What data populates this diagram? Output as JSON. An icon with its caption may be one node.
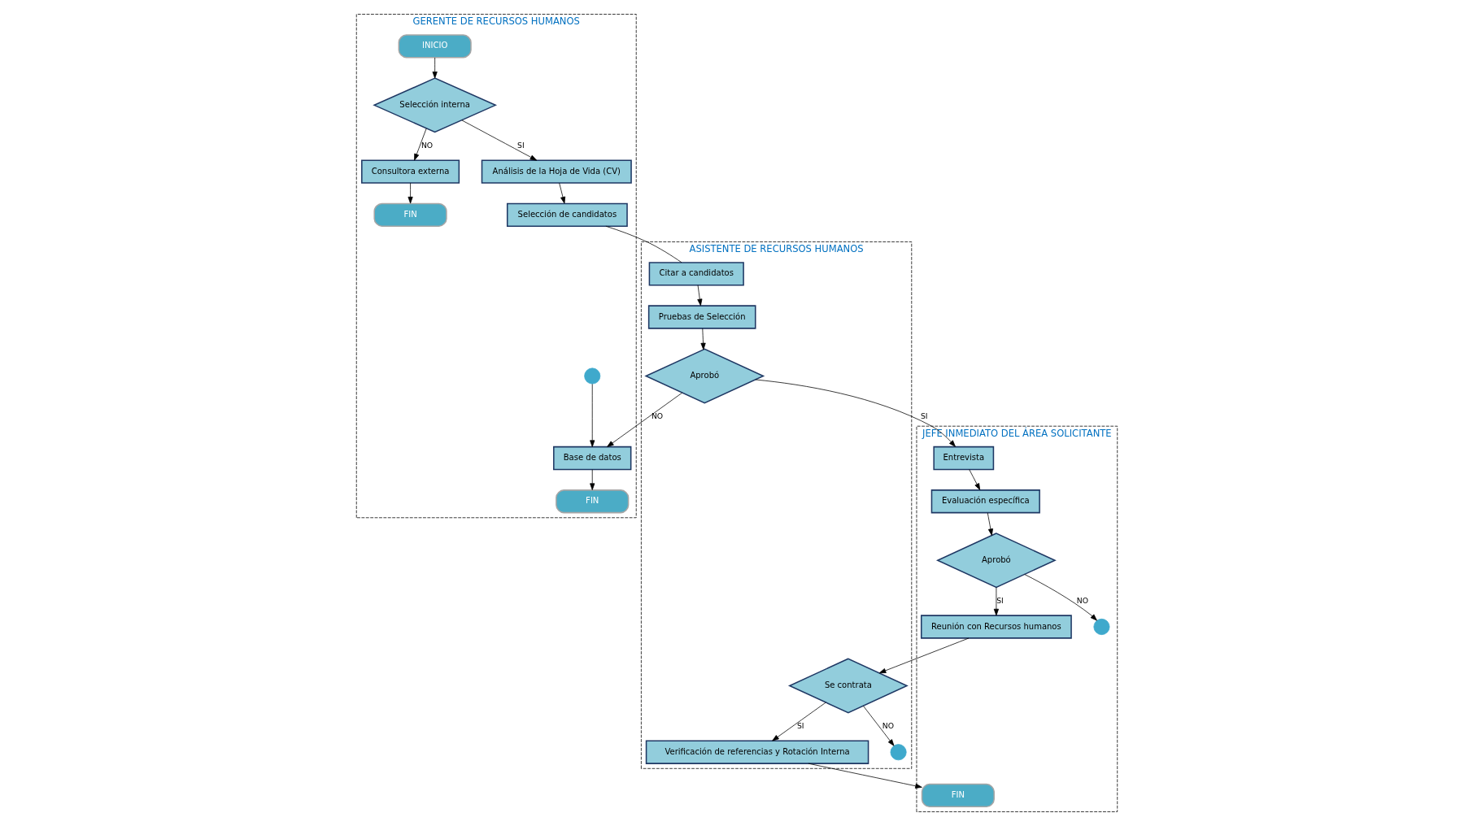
{
  "diagram": {
    "nodes": [
      {
        "text": [
          "GERENTE DE RECURSOS HUMANOS"
        ]
      },
      {
        "text": [
          "ASISTENTE DE RECURSOS HUMANOS"
        ]
      },
      {
        "text": [
          "JEFE INMEDIATO DEL ÁREA SOLICITANTE"
        ]
      },
      {
        "text": [
          "INICIO"
        ],
        "in": 0
      },
      {
        "text": [
          "Selección interna"
        ],
        "in": 0
      },
      {
        "text": [
          "Consultora externa"
        ],
        "in": 0
      },
      {
        "text": [
          "FIN"
        ],
        "in": 0
      },
      {
        "text": [
          "Análisis de la Hoja de Vida (CV)"
        ],
        "in": 0
      },
      {
        "text": [
          "Selección de candidatos"
        ],
        "in": 0
      },
      {
        "text": [],
        "shape": "circle",
        "in": 0
      },
      {
        "text": [
          "Base de datos"
        ],
        "in": 0
      },
      {
        "text": [
          "FIN"
        ],
        "in": 0
      },
      {
        "text": [
          "Verificación de referencias y Rotación Interna"
        ],
        "in": 1
      },
      {
        "text": [
          "Se contrata"
        ],
        "in": 1
      },
      {
        "text": [],
        "shape": "circle",
        "in": 1
      },
      {
        "text": [
          "Citar a candidatos"
        ],
        "in": 1
      },
      {
        "text": [
          "Pruebas de Selección"
        ],
        "in": 1
      },
      {
        "text": [
          "Aprobó"
        ],
        "in": 1
      },
      {
        "text": [
          "FIN"
        ],
        "in": 2
      },
      {
        "text": [
          "Reunión con Recursos humanos"
        ],
        "in": 2
      },
      {
        "text": [
          "Entrevista"
        ],
        "in": 2
      },
      {
        "text": [
          "Evaluación específica"
        ],
        "in": 2
      },
      {
        "text": [
          "Aprobó"
        ],
        "in": 2
      },
      {
        "text": [],
        "shape": "circle",
        "in": 2
      }
    ],
    "edges": [
      {
        "from": 3,
        "to": 4,
        "arrow": "to"
      },
      {
        "from": 4,
        "to": 5,
        "arrow": "to",
        "label": "NO"
      },
      {
        "from": 5,
        "to": 6,
        "arrow": "to"
      },
      {
        "from": 4,
        "to": 7,
        "arrow": "to",
        "label": "SI"
      },
      {
        "from": 7,
        "to": 8,
        "arrow": "to"
      },
      {
        "from": 8,
        "to": 15,
        "arrow": "none"
      },
      {
        "from": 15,
        "to": 16,
        "arrow": "to"
      },
      {
        "from": 16,
        "to": 17,
        "arrow": "to"
      },
      {
        "from": 17,
        "to": 10,
        "arrow": "to",
        "label": "NO"
      },
      {
        "from": 17,
        "to": 20,
        "arrow": "to",
        "label": "SI"
      },
      {
        "from": 20,
        "to": 21,
        "arrow": "to"
      },
      {
        "from": 21,
        "to": 22,
        "arrow": "to"
      },
      {
        "from": 22,
        "to": 19,
        "arrow": "to",
        "label": "SI"
      },
      {
        "from": 22,
        "to": 23,
        "arrow": "to",
        "label": "NO"
      },
      {
        "from": 19,
        "to": 13,
        "arrow": "to"
      },
      {
        "from": 13,
        "to": 12,
        "arrow": "to",
        "label": "SI"
      },
      {
        "from": 13,
        "to": 14,
        "arrow": "to",
        "label": "NO"
      },
      {
        "from": 12,
        "to": 18,
        "arrow": "to"
      },
      {
        "from": 9,
        "to": 10,
        "arrow": "to"
      },
      {
        "from": 10,
        "to": 11,
        "arrow": "to"
      }
    ]
  }
}
